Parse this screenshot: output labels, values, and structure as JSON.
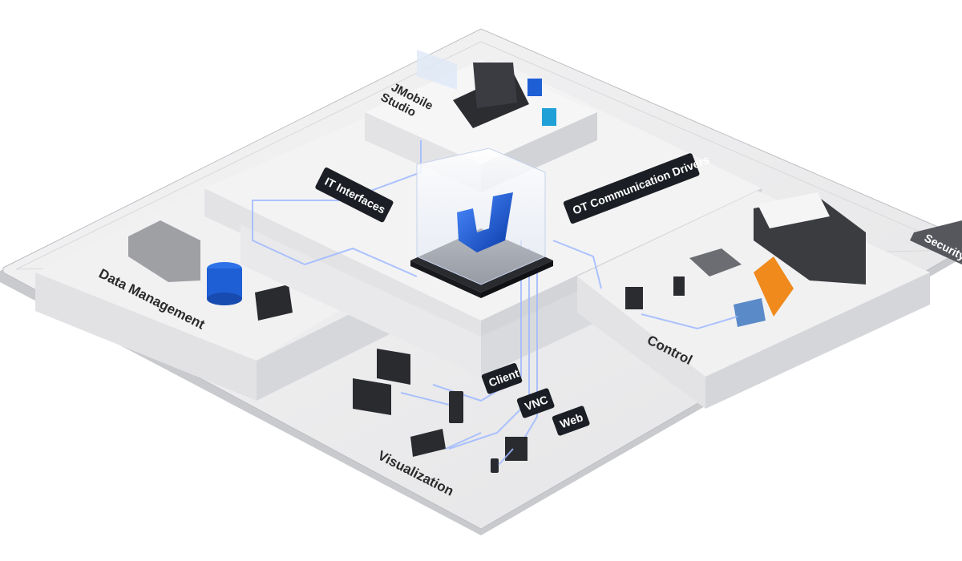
{
  "diagram": {
    "modules": {
      "studio": "JMobile Studio",
      "studio_line1": "JMobile",
      "studio_line2": "Studio",
      "it": "IT Interfaces",
      "ot": "OT Communication Drivers",
      "security": "Security",
      "data": "Data Management",
      "control": "Control",
      "visualization": "Visualization"
    },
    "access": {
      "client": "Client",
      "vnc": "VNC",
      "web": "Web"
    },
    "colors": {
      "accent": "#1f5fd6",
      "tag_bg": "#1b1e24",
      "platform": "#eeeeef",
      "edge": "#d2d3d6"
    }
  }
}
